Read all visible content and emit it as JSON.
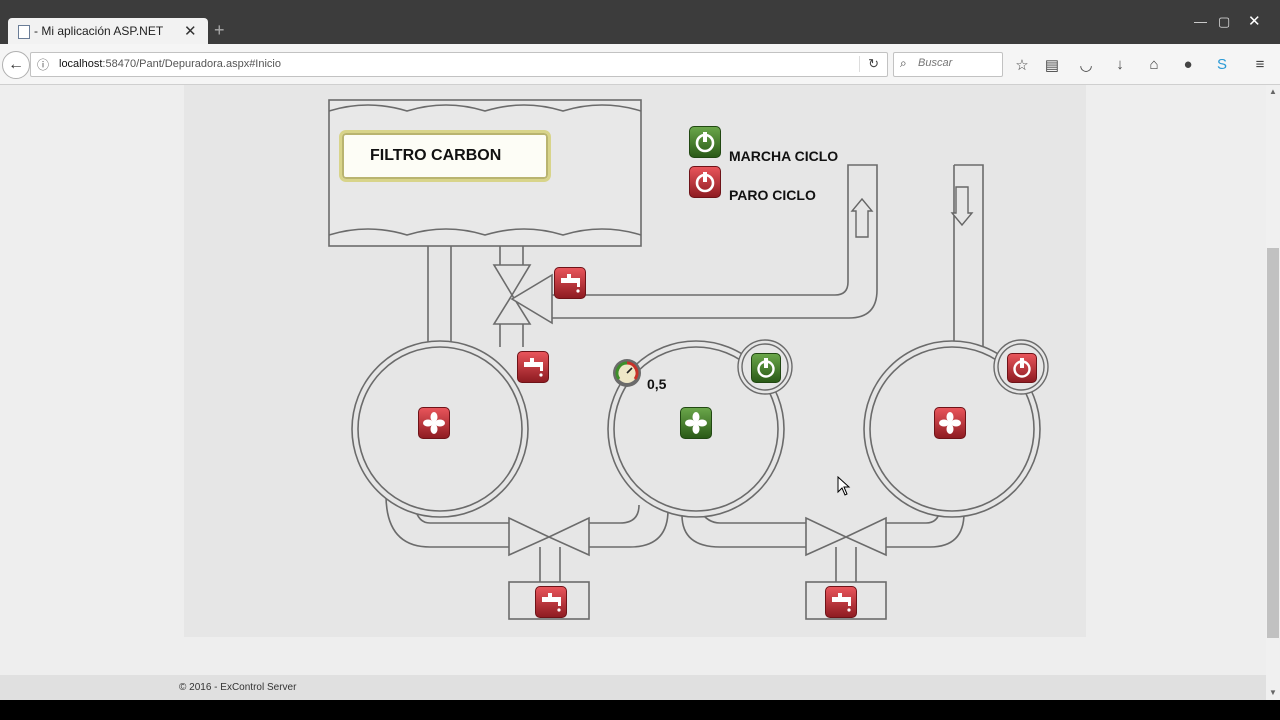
{
  "browser": {
    "tab_title": "- Mi aplicación ASP.NET",
    "url_host": "localhost",
    "url_path": ":58470/Pant/Depuradora.aspx#Inicio",
    "search_placeholder": "Buscar"
  },
  "plant": {
    "filter_label": "FILTRO CARBON",
    "start_cycle_label": "MARCHA CICLO",
    "stop_cycle_label": "PARO CICLO",
    "pressure_value": "0,5"
  },
  "footer": {
    "text": "© 2016 - ExControl Server"
  },
  "colors": {
    "active_green": "#3f7a22",
    "inactive_red": "#b3262d",
    "pipe": "#6b6b6b"
  }
}
